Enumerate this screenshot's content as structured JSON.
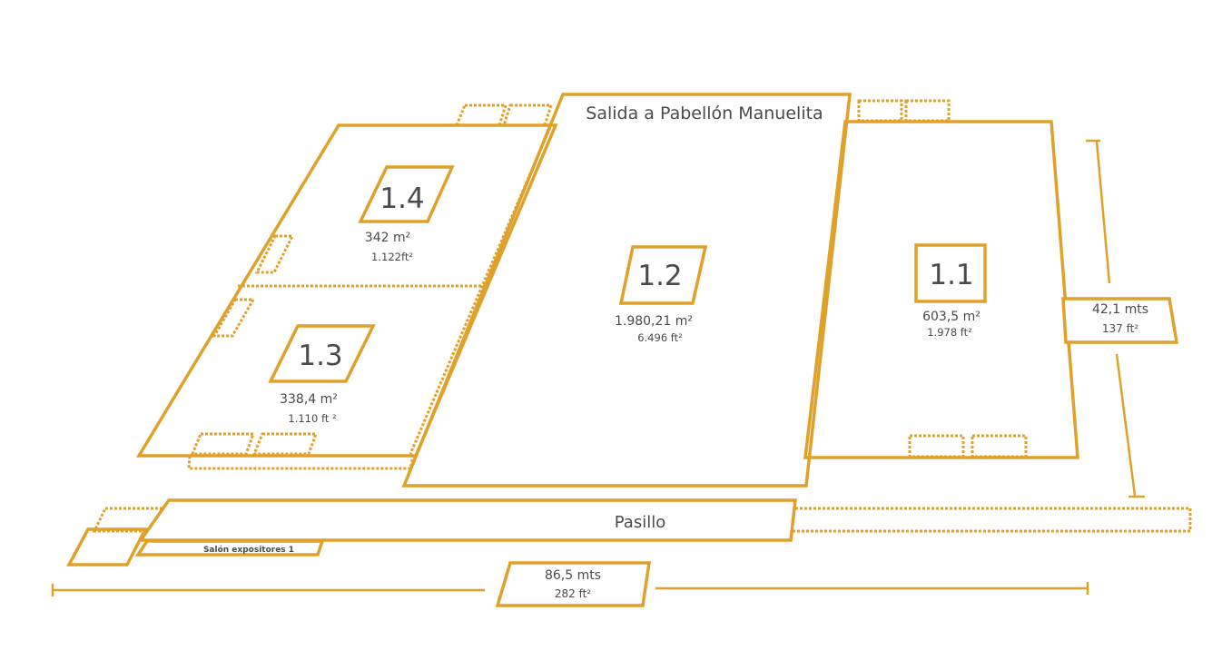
{
  "exit_label": "Salida a Pabellón Manuelita",
  "rooms": [
    {
      "id": "1.1",
      "area_m2": "603,5 m²",
      "area_ft2": "1.978 ft²"
    },
    {
      "id": "1.2",
      "area_m2": "1.980,21 m²",
      "area_ft2": "6.496 ft²"
    },
    {
      "id": "1.3",
      "area_m2": "338,4 m²",
      "area_ft2": "1.110 ft ²"
    },
    {
      "id": "1.4",
      "area_m2": "342 m²",
      "area_ft2": "1.122ft²"
    }
  ],
  "corridor_label": "Pasillo",
  "salon_label": "Salón expositores 1",
  "dimensions": {
    "width_mts": "86,5 mts",
    "width_ft": "282 ft²",
    "depth_mts": "42,1 mts",
    "depth_ft": "137 ft²"
  },
  "colors": {
    "line": "#e0a12a",
    "text": "#4a4a4a",
    "background": "#ffffff"
  }
}
